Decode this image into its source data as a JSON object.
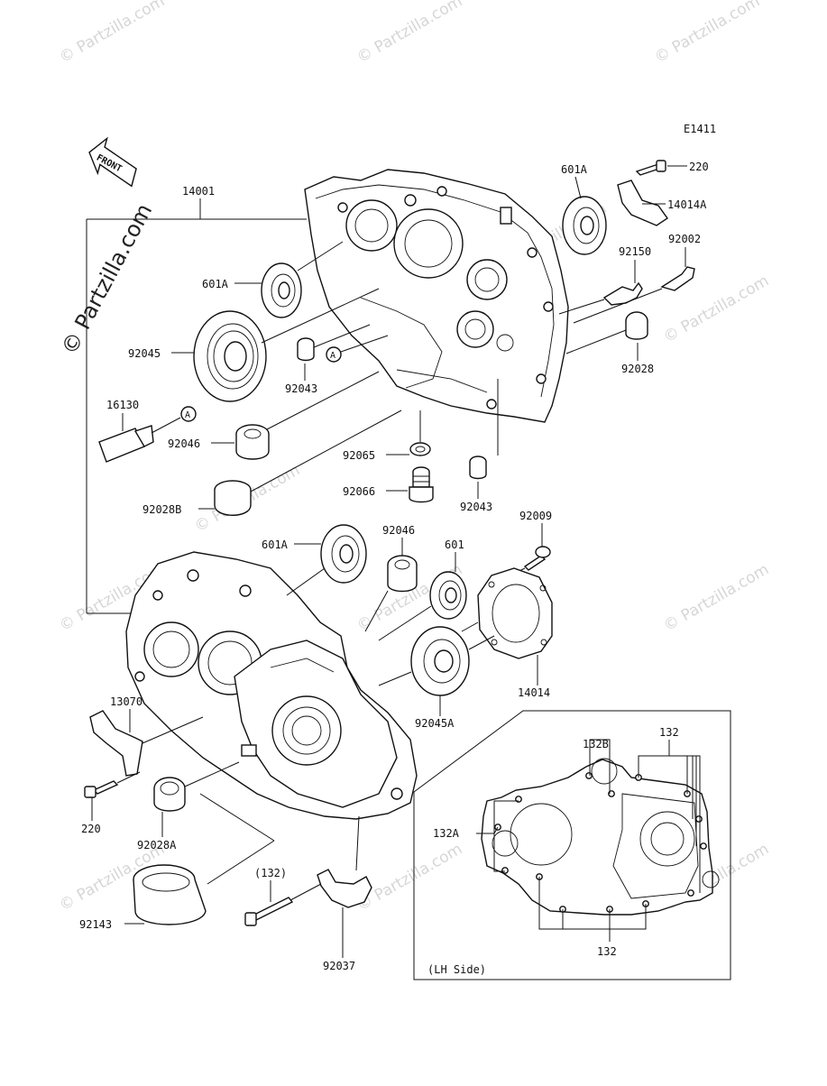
{
  "diagram": {
    "code": "E1411",
    "front_arrow": "FRONT",
    "inset_label": "(LH Side)",
    "callouts": {
      "c14001": "14001",
      "c601A_top": "601A",
      "c220_top": "220",
      "c14014A": "14014A",
      "c92150": "92150",
      "c92002": "92002",
      "c601A_left": "601A",
      "c92045": "92045",
      "c92043_a": "92043",
      "c92028": "92028",
      "c16130": "16130",
      "cA_1": "A",
      "cA_2": "A",
      "c92046_a": "92046",
      "c92065": "92065",
      "c92066": "92066",
      "c92043_b": "92043",
      "c92028B": "92028B",
      "c601A_mid": "601A",
      "c92046_b": "92046",
      "c601": "601",
      "c92009": "92009",
      "c14014": "14014",
      "c92045A": "92045A",
      "c13070": "13070",
      "c220_bottom": "220",
      "c92028A": "92028A",
      "c132_paren": "(132)",
      "c92143": "92143",
      "c92037": "92037",
      "c132B": "132B",
      "c132_top": "132",
      "c132A": "132A",
      "c132_bottom": "132"
    },
    "watermark": {
      "brand": "© Partzilla.com"
    }
  }
}
